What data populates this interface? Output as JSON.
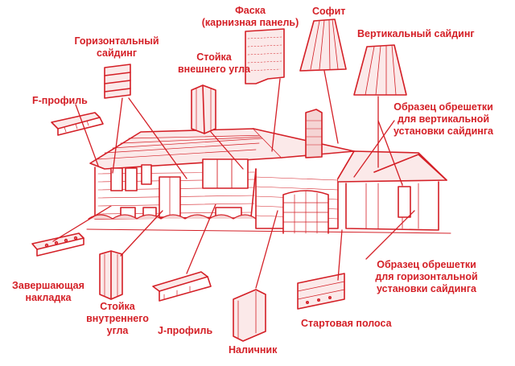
{
  "diagram": {
    "accent_color": "#d41f26",
    "labels": {
      "facia": "Фаска\n(карнизная панель)",
      "soffit": "Софит",
      "vertical_siding": "Вертикальный сайдинг",
      "horizontal_siding": "Горизонтальный\nсайдинг",
      "outside_corner": "Стойка\nвнешнего угла",
      "f_profile": "F-профиль",
      "vertical_lath": "Образец обрешетки\nдля вертикальной\nустановки сайдинга",
      "finish_trim": "Завершающая\nнакладка",
      "inside_corner": "Стойка\nвнутреннего\nугла",
      "j_profile": "J-профиль",
      "casing": "Наличник",
      "starter_strip": "Стартовая полоса",
      "horizontal_lath": "Образец обрешетки\nдля горизонтальной\nустановки сайдинга"
    },
    "components": [
      "facia-panel",
      "soffit-panel",
      "vertical-siding-panel",
      "horizontal-siding-panel",
      "outside-corner-post",
      "f-profile",
      "finish-trim",
      "inside-corner-post",
      "j-profile",
      "casing",
      "starter-strip",
      "house"
    ]
  }
}
